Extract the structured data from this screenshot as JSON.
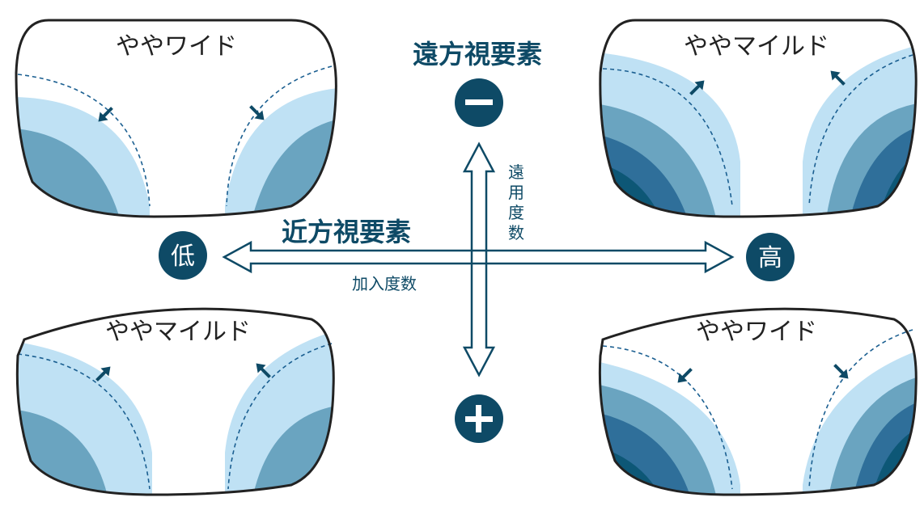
{
  "headings": {
    "distance": "遠方視要素",
    "near": "近方視要素"
  },
  "axes": {
    "vertical_label": [
      "遠",
      "用",
      "度",
      "数"
    ],
    "horizontal_label": "加入度数"
  },
  "badges": {
    "top": "−",
    "bottom": "+",
    "left": "低",
    "right": "高"
  },
  "lenses": {
    "top_left": "ややワイド",
    "top_right": "ややマイルド",
    "bottom_left": "ややマイルド",
    "bottom_right": "ややワイド"
  },
  "colors": {
    "navy": "#0e4a66",
    "band1": "#bfe1f4",
    "band2": "#6aa4c0",
    "band3": "#2f6f9a",
    "band4": "#0d5776"
  }
}
